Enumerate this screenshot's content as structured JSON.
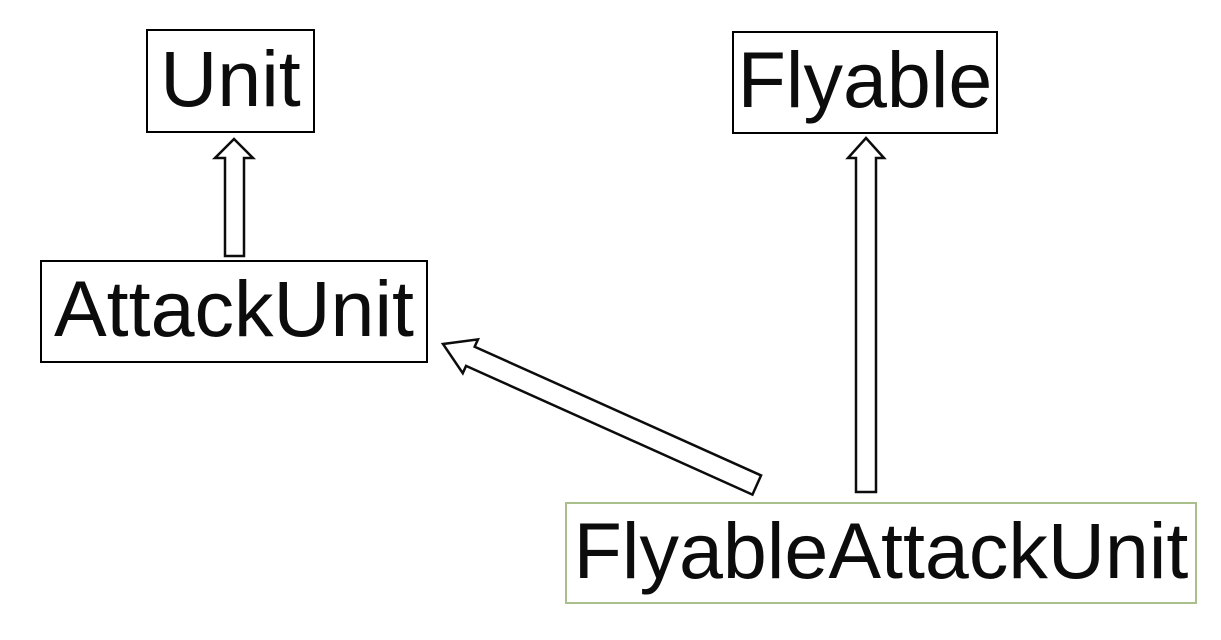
{
  "diagram": {
    "type": "class-inheritance-diagram",
    "background_color": "#ffffff",
    "default_border_color": "#000000",
    "text_color": "#0c0c0c",
    "nodes": [
      {
        "id": "unit",
        "label": "Unit",
        "border_color": "#000000"
      },
      {
        "id": "attack-unit",
        "label": "AttackUnit",
        "border_color": "#000000"
      },
      {
        "id": "flyable",
        "label": "Flyable",
        "border_color": "#000000"
      },
      {
        "id": "flyable-attack-unit",
        "label": "FlyableAttackUnit",
        "border_color": "#a9c08c"
      }
    ],
    "edges": [
      {
        "from": "AttackUnit",
        "to": "Unit",
        "style": "hollow-block-arrow",
        "direction": "up"
      },
      {
        "from": "FlyableAttackUnit",
        "to": "Flyable",
        "style": "hollow-block-arrow",
        "direction": "up"
      },
      {
        "from": "FlyableAttackUnit",
        "to": "AttackUnit",
        "style": "hollow-block-arrow",
        "direction": "up-left-diagonal"
      }
    ]
  }
}
